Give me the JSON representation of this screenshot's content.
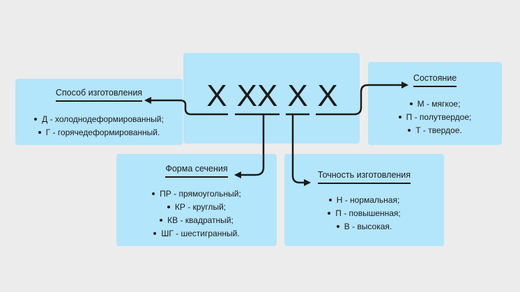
{
  "code": {
    "parts": [
      "X",
      "XX",
      "X",
      "X"
    ]
  },
  "boxes": {
    "method": {
      "title": "Способ изготовления",
      "items": [
        "Д - холоднодеформированный;",
        "Г - горячедеформированный."
      ]
    },
    "state": {
      "title": "Состояние",
      "items": [
        "М - мягкое;",
        "П - полутвердое;",
        "Т - твердое."
      ]
    },
    "shape": {
      "title": "Форма сечения",
      "items": [
        "ПР - прямоугольный;",
        "КР - круглый;",
        "КВ - квадратный;",
        "ШГ - шестигранный."
      ]
    },
    "accuracy": {
      "title": "Точность изготовления",
      "items": [
        "Н - нормальная;",
        "П - повышенная;",
        "В - высокая."
      ]
    }
  },
  "colors": {
    "background": "#ececec",
    "box_fill": "#b3e5fb",
    "line": "#1a1a1a"
  }
}
